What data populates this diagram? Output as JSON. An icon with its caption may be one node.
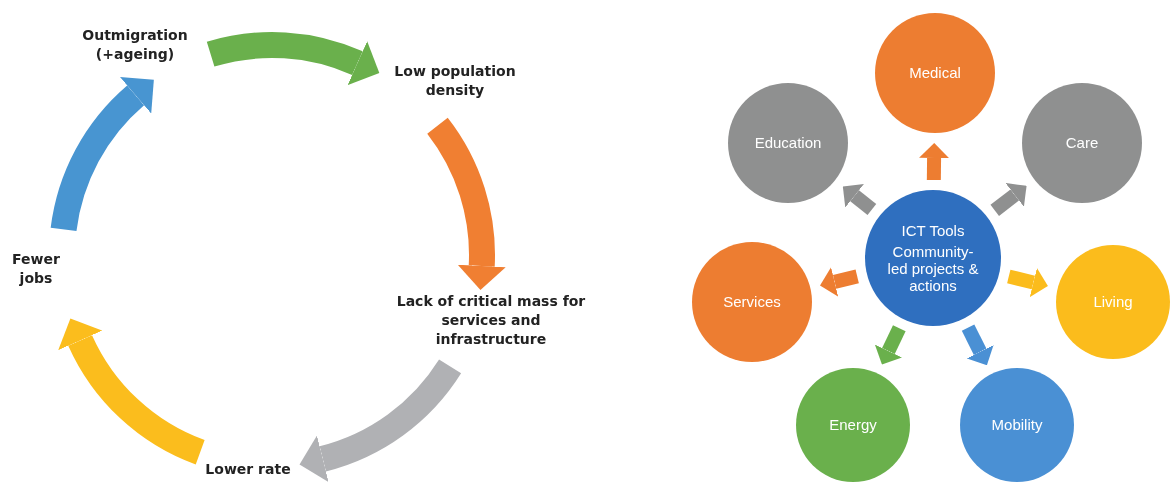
{
  "diagram": {
    "nodes": [
      {
        "text": [
          "Outmigration (+ageing)"
        ]
      },
      {
        "text": [
          "Low population density"
        ]
      },
      {
        "text": [
          "Lack of critical mass for services and infrastructure"
        ]
      },
      {
        "text": [
          "Lower rate"
        ]
      },
      {
        "text": [
          "Fewer jobs"
        ]
      },
      {
        "text": [
          "ICT Tools",
          "Community-led projects & actions"
        ]
      },
      {
        "text": [
          "Medical"
        ]
      },
      {
        "text": [
          "Care"
        ]
      },
      {
        "text": [
          "Living"
        ]
      },
      {
        "text": [
          "Mobility"
        ]
      },
      {
        "text": [
          "Energy"
        ]
      },
      {
        "text": [
          "Services"
        ]
      },
      {
        "text": [
          "Education"
        ]
      }
    ],
    "edges": [
      {
        "from": 0,
        "to": 1,
        "arrow": "to",
        "style": "thick",
        "color": "#6ab04c"
      },
      {
        "from": 1,
        "to": 2,
        "arrow": "to",
        "style": "thick",
        "color": "#f07f32"
      },
      {
        "from": 2,
        "to": 3,
        "arrow": "to",
        "style": "thick",
        "color": "#b0b1b4"
      },
      {
        "from": 3,
        "to": 4,
        "arrow": "to",
        "style": "thick",
        "color": "#fbbd1d"
      },
      {
        "from": 4,
        "to": 0,
        "arrow": "to",
        "style": "thick",
        "color": "#4895d1"
      },
      {
        "from": 5,
        "to": 6,
        "arrow": "to",
        "color": "#ed7d31"
      },
      {
        "from": 5,
        "to": 7,
        "arrow": "to",
        "color": "#8f9090"
      },
      {
        "from": 5,
        "to": 8,
        "arrow": "to",
        "color": "#fbbc1c"
      },
      {
        "from": 5,
        "to": 9,
        "arrow": "to",
        "color": "#4a90d4"
      },
      {
        "from": 5,
        "to": 10,
        "arrow": "to",
        "color": "#6ab04c"
      },
      {
        "from": 5,
        "to": 11,
        "arrow": "to",
        "color": "#ed7d31"
      },
      {
        "from": 5,
        "to": 12,
        "arrow": "to",
        "color": "#8f9090"
      }
    ]
  }
}
